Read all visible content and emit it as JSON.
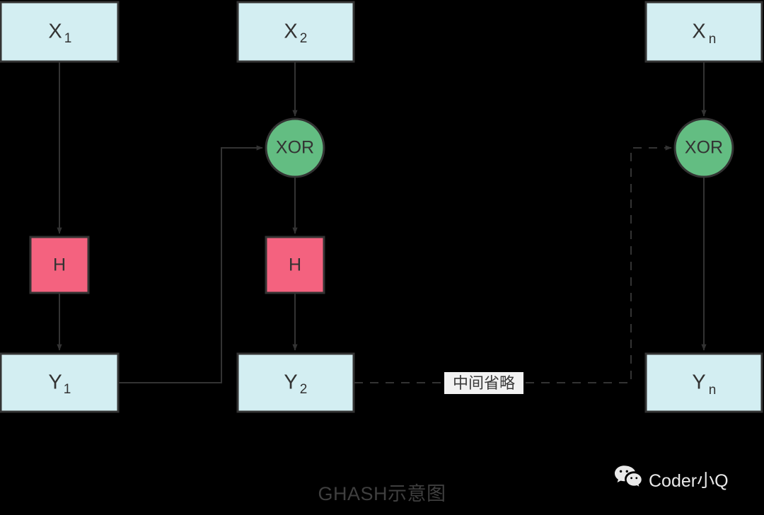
{
  "diagram": {
    "caption": "GHASH示意图",
    "colors": {
      "background": "#000000",
      "data_box_fill": "#d3eef2",
      "data_box_stroke": "#333333",
      "hash_box_fill": "#f4627f",
      "hash_box_stroke": "#333333",
      "xor_fill": "#63bd82",
      "xor_stroke": "#333333",
      "edge": "#333333",
      "label_text": "#333333",
      "caption_text": "#3f3f3f",
      "watermark_text": "#e9e9e9",
      "ellipsis_bg": "#f2f2f2"
    },
    "nodes": {
      "x1": {
        "base": "X",
        "sub": "1"
      },
      "x2": {
        "base": "X",
        "sub": "2"
      },
      "xn": {
        "base": "X",
        "sub": "n"
      },
      "y1": {
        "base": "Y",
        "sub": "1"
      },
      "y2": {
        "base": "Y",
        "sub": "2"
      },
      "yn": {
        "base": "Y",
        "sub": "n"
      },
      "h1": {
        "label": "H"
      },
      "h2": {
        "label": "H"
      },
      "xor2": {
        "label": "XOR"
      },
      "xorn": {
        "label": "XOR"
      }
    },
    "ellipsis_label": "中间省略"
  },
  "watermark": {
    "text": "Coder小Q",
    "icon": "wechat-icon"
  }
}
